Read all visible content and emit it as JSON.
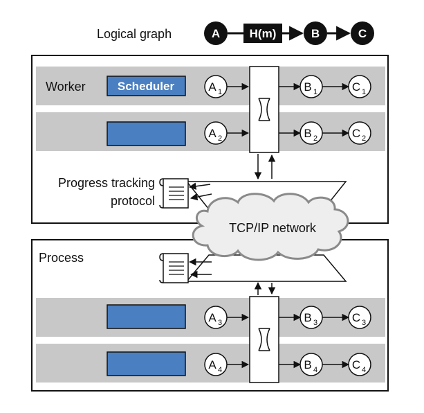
{
  "logical_graph": {
    "label": "Logical graph",
    "nodes": [
      "A",
      "H(m)",
      "B",
      "C"
    ]
  },
  "top_box": {
    "worker_label": "Worker",
    "scheduler_label": "Scheduler",
    "progress_label_line1": "Progress tracking",
    "progress_label_line2": "protocol"
  },
  "network_label": "TCP/IP network",
  "bottom_box": {
    "process_label": "Process"
  },
  "workers": [
    {
      "a": "A",
      "a_sub": "1",
      "b": "B",
      "b_sub": "1",
      "c": "C",
      "c_sub": "1"
    },
    {
      "a": "A",
      "a_sub": "2",
      "b": "B",
      "b_sub": "2",
      "c": "C",
      "c_sub": "2"
    },
    {
      "a": "A",
      "a_sub": "3",
      "b": "B",
      "b_sub": "3",
      "c": "C",
      "c_sub": "3"
    },
    {
      "a": "A",
      "a_sub": "4",
      "b": "B",
      "b_sub": "4",
      "c": "C",
      "c_sub": "4"
    }
  ],
  "colors": {
    "scheduler_fill": "#4a7fc1",
    "row_band": "#c8c8c8",
    "cloud_fill": "#eeeeee",
    "cloud_stroke": "#8a8a8a"
  }
}
